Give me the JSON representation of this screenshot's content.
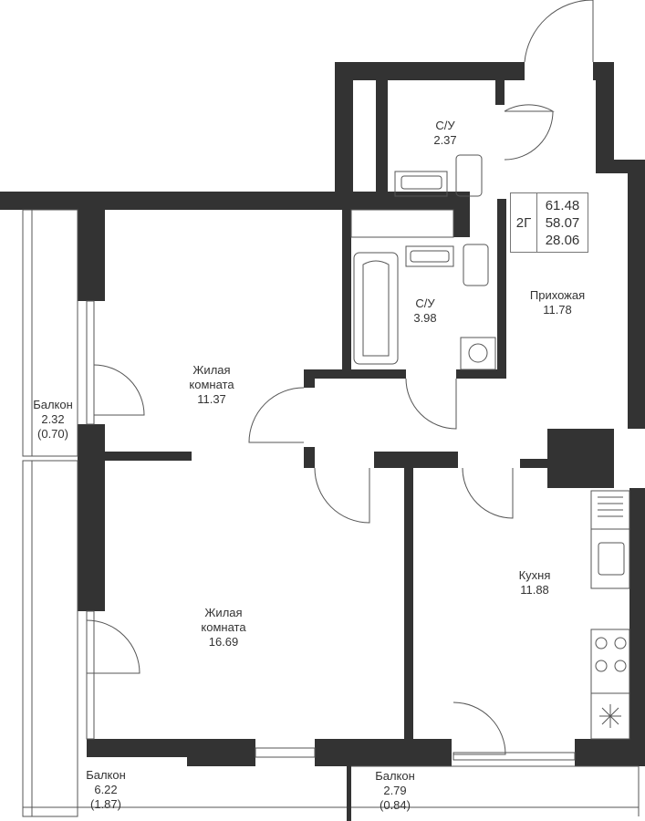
{
  "apartment": {
    "type": "2Г",
    "total_area": "61.48",
    "living_total": "58.07",
    "living_area": "28.06"
  },
  "rooms": [
    {
      "name": "С/У",
      "area": "2.37"
    },
    {
      "name": "С/У",
      "area": "3.98"
    },
    {
      "name": "Прихожая",
      "area": "11.78"
    },
    {
      "name": "Жилая комната",
      "name_line1": "Жилая",
      "name_line2": "комната",
      "area": "11.37"
    },
    {
      "name": "Жилая комната",
      "name_line1": "Жилая",
      "name_line2": "комната",
      "area": "16.69"
    },
    {
      "name": "Кухня",
      "area": "11.88"
    },
    {
      "name": "Балкон",
      "area": "2.32",
      "reduced": "(0.70)"
    },
    {
      "name": "Балкон",
      "area": "6.22",
      "reduced": "(1.87)"
    },
    {
      "name": "Балкон",
      "area": "2.79",
      "reduced": "(0.84)"
    }
  ],
  "colors": {
    "wall": "#333333",
    "line": "#555555"
  }
}
